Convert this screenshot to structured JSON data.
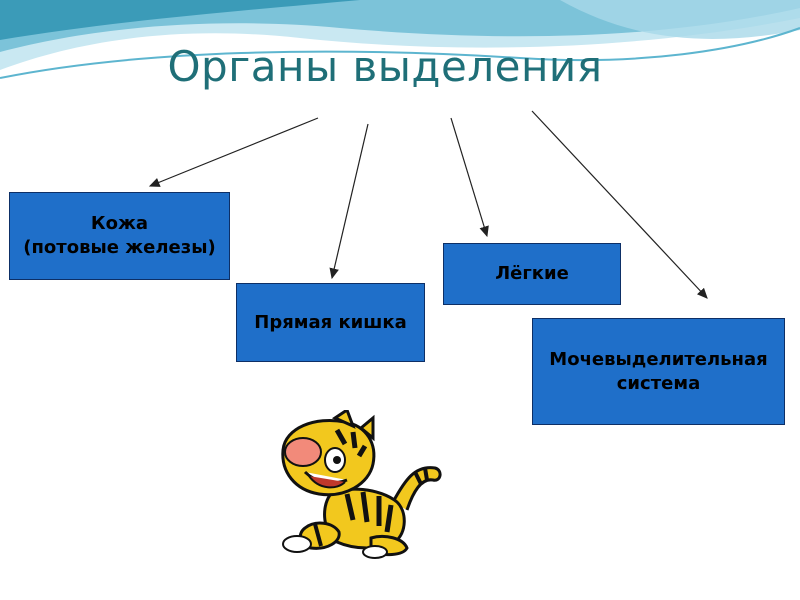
{
  "title": "Органы выделения",
  "boxes": [
    {
      "lines": [
        "Кожа",
        "(потовые железы)"
      ]
    },
    {
      "lines": [
        "Прямая кишка"
      ]
    },
    {
      "lines": [
        "Лёгкие"
      ]
    },
    {
      "lines": [
        "Мочевыделительная",
        "система"
      ]
    }
  ],
  "colors": {
    "title": "#1f6f78",
    "box_fill": "#1f6fc9",
    "box_border": "#0d2f66",
    "wave_light": "#bfe4ef",
    "wave_dark": "#3b9bb8"
  },
  "decoration": {
    "mascot": "tiger-cub-icon"
  }
}
